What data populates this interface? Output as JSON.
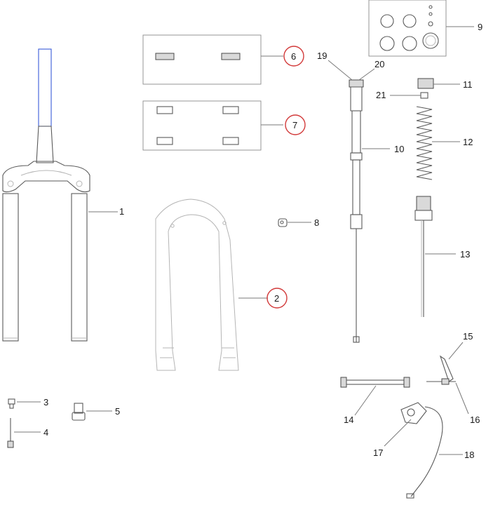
{
  "callouts": [
    {
      "id": "1",
      "label": "1",
      "highlighted": false
    },
    {
      "id": "2",
      "label": "2",
      "highlighted": true
    },
    {
      "id": "3",
      "label": "3",
      "highlighted": false
    },
    {
      "id": "4",
      "label": "4",
      "highlighted": false
    },
    {
      "id": "5",
      "label": "5",
      "highlighted": false
    },
    {
      "id": "6",
      "label": "6",
      "highlighted": true
    },
    {
      "id": "7",
      "label": "7",
      "highlighted": true
    },
    {
      "id": "8",
      "label": "8",
      "highlighted": false
    },
    {
      "id": "9",
      "label": "9",
      "highlighted": false
    },
    {
      "id": "10",
      "label": "10",
      "highlighted": false
    },
    {
      "id": "11",
      "label": "11",
      "highlighted": false
    },
    {
      "id": "12",
      "label": "12",
      "highlighted": false
    },
    {
      "id": "13",
      "label": "13",
      "highlighted": false
    },
    {
      "id": "14",
      "label": "14",
      "highlighted": false
    },
    {
      "id": "15",
      "label": "15",
      "highlighted": false
    },
    {
      "id": "16",
      "label": "16",
      "highlighted": false
    },
    {
      "id": "17",
      "label": "17",
      "highlighted": false
    },
    {
      "id": "18",
      "label": "18",
      "highlighted": false
    },
    {
      "id": "19",
      "label": "19",
      "highlighted": false
    },
    {
      "id": "20",
      "label": "20",
      "highlighted": false
    },
    {
      "id": "21",
      "label": "21",
      "highlighted": false
    }
  ],
  "colors": {
    "highlight_ring": "#d23a3a",
    "steerer_accent": "#3a5bd9",
    "line": "#5a5a5a"
  }
}
